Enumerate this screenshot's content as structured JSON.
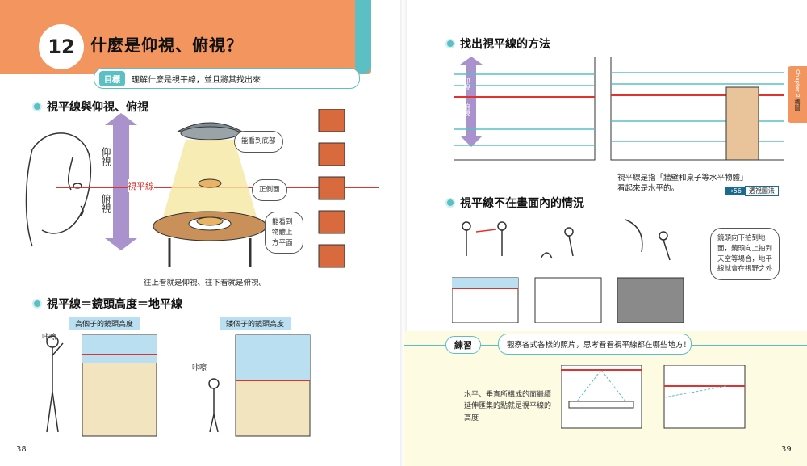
{
  "left_page": {
    "chapter_number": "12",
    "title": "什麼是仰視、俯視？",
    "goal": {
      "tag": "目標",
      "text": "理解什麼是視平線，並且將其找出來"
    },
    "section1": {
      "heading": "視平線與仰視、俯視",
      "up_label": "仰視",
      "down_label": "俯視",
      "eye_level_label": "視平線",
      "handwritten": {
        "bottom_view": "能看到底部",
        "front_view": "正側面",
        "top_view": "能看到物體上方平面"
      },
      "caption": "往上看就是仰視、往下看就是俯視。"
    },
    "section2": {
      "heading": "視平線＝鏡頭高度＝地平線",
      "tall_label": "高個子的鏡頭高度",
      "short_label": "矮個子的鏡頭高度",
      "snap": "咔嚓"
    },
    "page_number": "38"
  },
  "right_page": {
    "chapter_tab": {
      "chapter": "Chapter 2",
      "subject": "構圖"
    },
    "section1": {
      "heading": "找出視平線的方法",
      "up_label": "仰視",
      "down_label": "俯視",
      "caption_line1": "視平線是指「牆壁和桌子等水平物體」",
      "caption_line2": "看起來是水平的。",
      "ref": {
        "arrow": "→56",
        "text": "透視圖法"
      }
    },
    "section2": {
      "heading": "視平線不在畫面內的情況",
      "bubble": "鏡頭向下拍到地面，鏡頭向上拍到天空等場合，地平線就會在視野之外"
    },
    "practice": {
      "tag": "練習",
      "text": "觀察各式各樣的照片，思考看看視平線都在哪些地方！",
      "note": "水平、垂直所構成的面繼續延伸匯集的點就是視平線的高度"
    },
    "page_number": "39"
  },
  "colors": {
    "orange": "#f2955f",
    "teal": "#5bbfc3",
    "red": "#e0322f",
    "purple": "#9b7fc4",
    "cream": "#fdfbe2"
  }
}
